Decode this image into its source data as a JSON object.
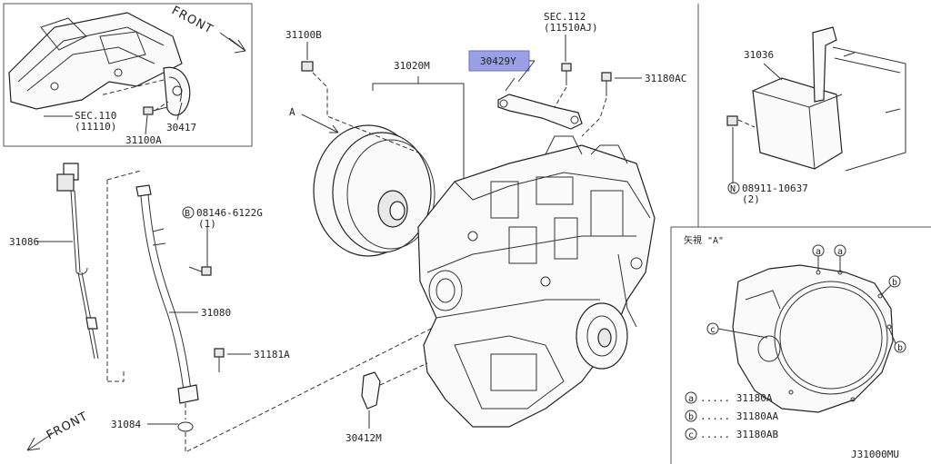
{
  "diagram_id": "J31000MU",
  "labels": {
    "sec110": "SEC.110",
    "sec110_sub": "(11110)",
    "p30417": "30417",
    "p31100a": "31100A",
    "front_top": "FRONT",
    "p31100b": "31100B",
    "p31020m": "31020M",
    "arrow_a": "A",
    "p30429y": "30429Y",
    "sec112": "SEC.112",
    "sec112_sub": "(11510AJ)",
    "p31180ac": "31180AC",
    "p31036": "31036",
    "bolt_circle_n": "N",
    "p08911": "08911-10637",
    "p08911_qty": "(2)",
    "bolt_circle_b": "B",
    "p08146": "08146-6122G",
    "p08146_qty": "(1)",
    "p31086": "31086",
    "p31080": "31080",
    "p31181a": "31181A",
    "p31084": "31084",
    "p30412m": "30412M",
    "front_bottom": "FRONT"
  },
  "view_a": {
    "title": "矢視 \"A\"",
    "callout_a": "a",
    "callout_b": "b",
    "callout_c": "c",
    "legend": [
      {
        "mark": "a",
        "text": "..... 31180A"
      },
      {
        "mark": "b",
        "text": "..... 31180AA"
      },
      {
        "mark": "c",
        "text": "..... 31180AB"
      }
    ]
  },
  "colors": {
    "highlight": "#9aa0e6",
    "line": "#333333"
  }
}
